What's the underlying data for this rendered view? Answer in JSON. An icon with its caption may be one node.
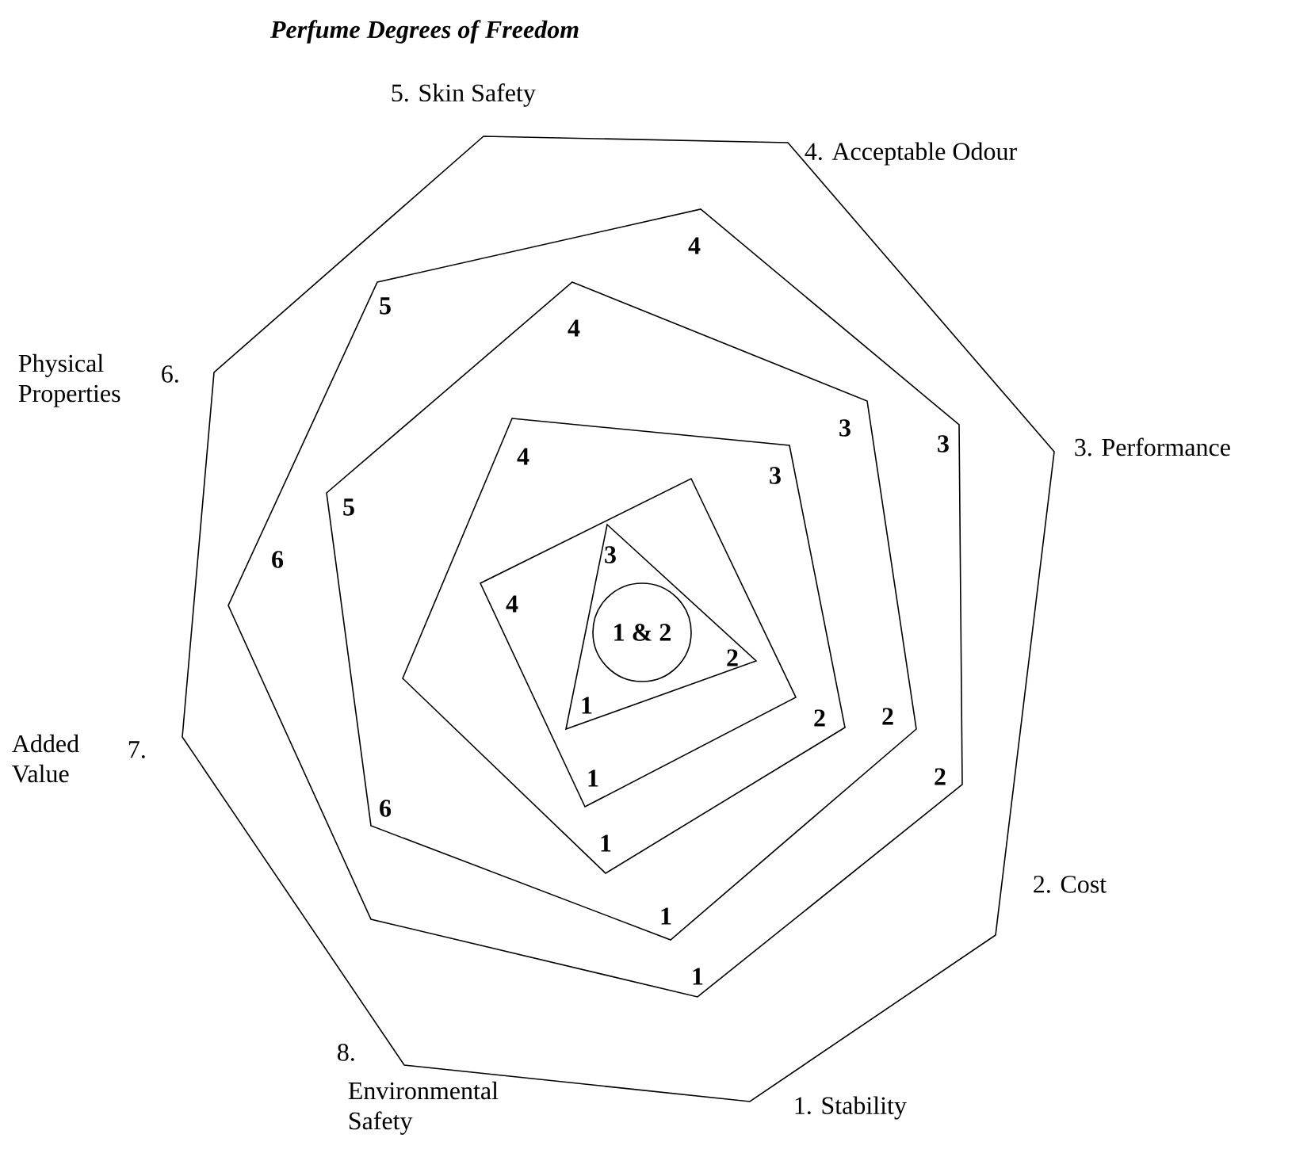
{
  "diagram": {
    "title": "Perfume Degrees of Freedom",
    "nodes": [
      {
        "text": [],
        "shape": "octagon"
      },
      {
        "text": [
          "4",
          "5",
          "3",
          "6",
          "2",
          "1"
        ],
        "in": 0
      },
      {
        "text": [
          "4",
          "3",
          "5",
          "2",
          "6",
          "1"
        ],
        "in": 1
      },
      {
        "text": [
          "4",
          "3",
          "2",
          "1"
        ],
        "in": 2
      },
      {
        "text": [
          "4",
          "1"
        ],
        "in": 3
      },
      {
        "text": [
          "3",
          "2",
          "1"
        ],
        "in": 4
      },
      {
        "text": [
          "1 & 2"
        ],
        "in": 5
      }
    ],
    "labels": [
      "5. Skin Safety",
      "4. Acceptable Odour",
      "Physical Properties",
      "6.",
      "3. Performance",
      "Added Value",
      "7.",
      "2. Cost",
      "8.",
      "Environmental Safety",
      "1. Stability"
    ]
  }
}
